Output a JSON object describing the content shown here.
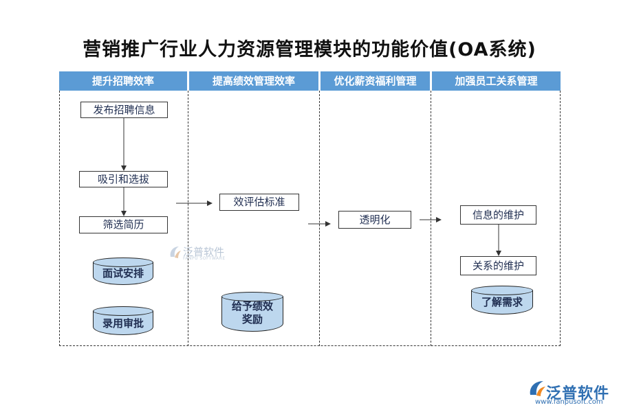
{
  "title": "营销推广行业人力资源管理模块的功能价值(OA系统)",
  "columns": [
    {
      "header": "提升招聘效率"
    },
    {
      "header": "提高绩效管理效率"
    },
    {
      "header": "优化薪资福利管理"
    },
    {
      "header": "加强员工关系管理"
    }
  ],
  "col1": {
    "step1": "发布招聘信息",
    "step2": "吸引和选拔",
    "step3": "筛选简历",
    "db1": "面试安排",
    "db2": "录用审批"
  },
  "col2": {
    "step1": "效评估标准",
    "db1_line1": "给予绩效",
    "db1_line2": "奖励"
  },
  "col3": {
    "step1": "透明化"
  },
  "col4": {
    "step1": "信息的维护",
    "step2": "关系的维护",
    "db1": "了解需求"
  },
  "watermark": {
    "name": "泛普软件",
    "sub": "FANPU SOFTWARE"
  },
  "logo": {
    "name": "泛普软件",
    "url": "www.fanpusoft.com"
  },
  "colors": {
    "header_bg": "#5b9bd5",
    "cylinder_fill": "#bdd7ee",
    "logo_blue": "#2f6fb2",
    "logo_orange": "#f08a24"
  }
}
